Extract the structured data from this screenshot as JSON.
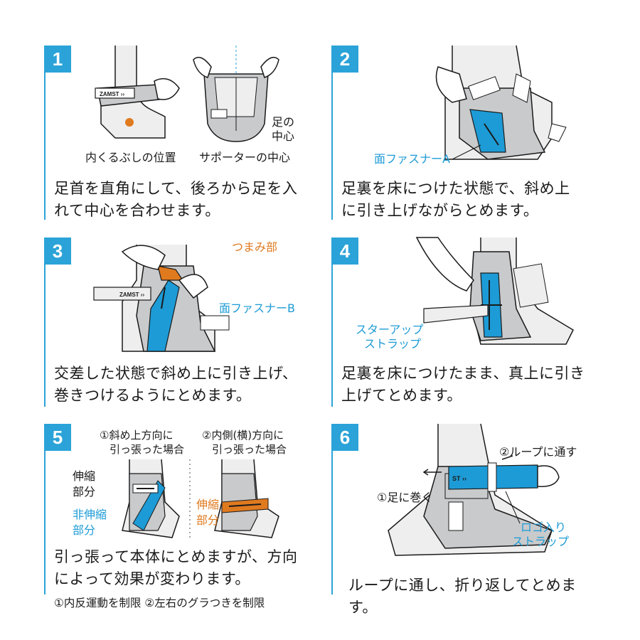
{
  "colors": {
    "accent": "#2ba3d8",
    "orange": "#e07a1f",
    "gray": "#c8cacc",
    "dark": "#1a1a1a"
  },
  "steps": [
    {
      "number": "1",
      "labels": [
        "内くるぶしの位置",
        "サポーターの中心",
        "足の",
        "中心"
      ],
      "caption": [
        "足首を直角にして、後ろから足を入",
        "れて中心を合わせます。"
      ]
    },
    {
      "number": "2",
      "labels": [
        "面ファスナーA"
      ],
      "caption": [
        "足裏を床につけた状態で、斜め上",
        "に引き上げながらとめます。"
      ]
    },
    {
      "number": "3",
      "labels": [
        "つまみ部",
        "面ファスナーB"
      ],
      "caption": [
        "交差した状態で斜め上に引き上げ、",
        "巻きつけるようにとめます。"
      ]
    },
    {
      "number": "4",
      "labels": [
        "スターアップ",
        "ストラップ"
      ],
      "caption": [
        "足裏を床につけたまま、真上に引き",
        "上げてとめます。"
      ]
    },
    {
      "number": "5",
      "labels": [
        "①斜め上方向に",
        "引っ張った場合",
        "②内側(横)方向に",
        "引っ張った場合",
        "伸縮",
        "部分",
        "非伸縮",
        "部分",
        "伸縮",
        "部分"
      ],
      "caption": [
        "引っ張って本体にとめますが、方向",
        "によって効果が変わります。"
      ],
      "note": "①内反運動を制限 ②左右のグラつきを制限"
    },
    {
      "number": "6",
      "labels": [
        "②ループに通す",
        "①足に巻く",
        "ロゴ入り",
        "ストラップ"
      ],
      "caption": [
        "ループに通し、折り返してとめます。"
      ]
    }
  ],
  "brand_logo": "ZAMST"
}
